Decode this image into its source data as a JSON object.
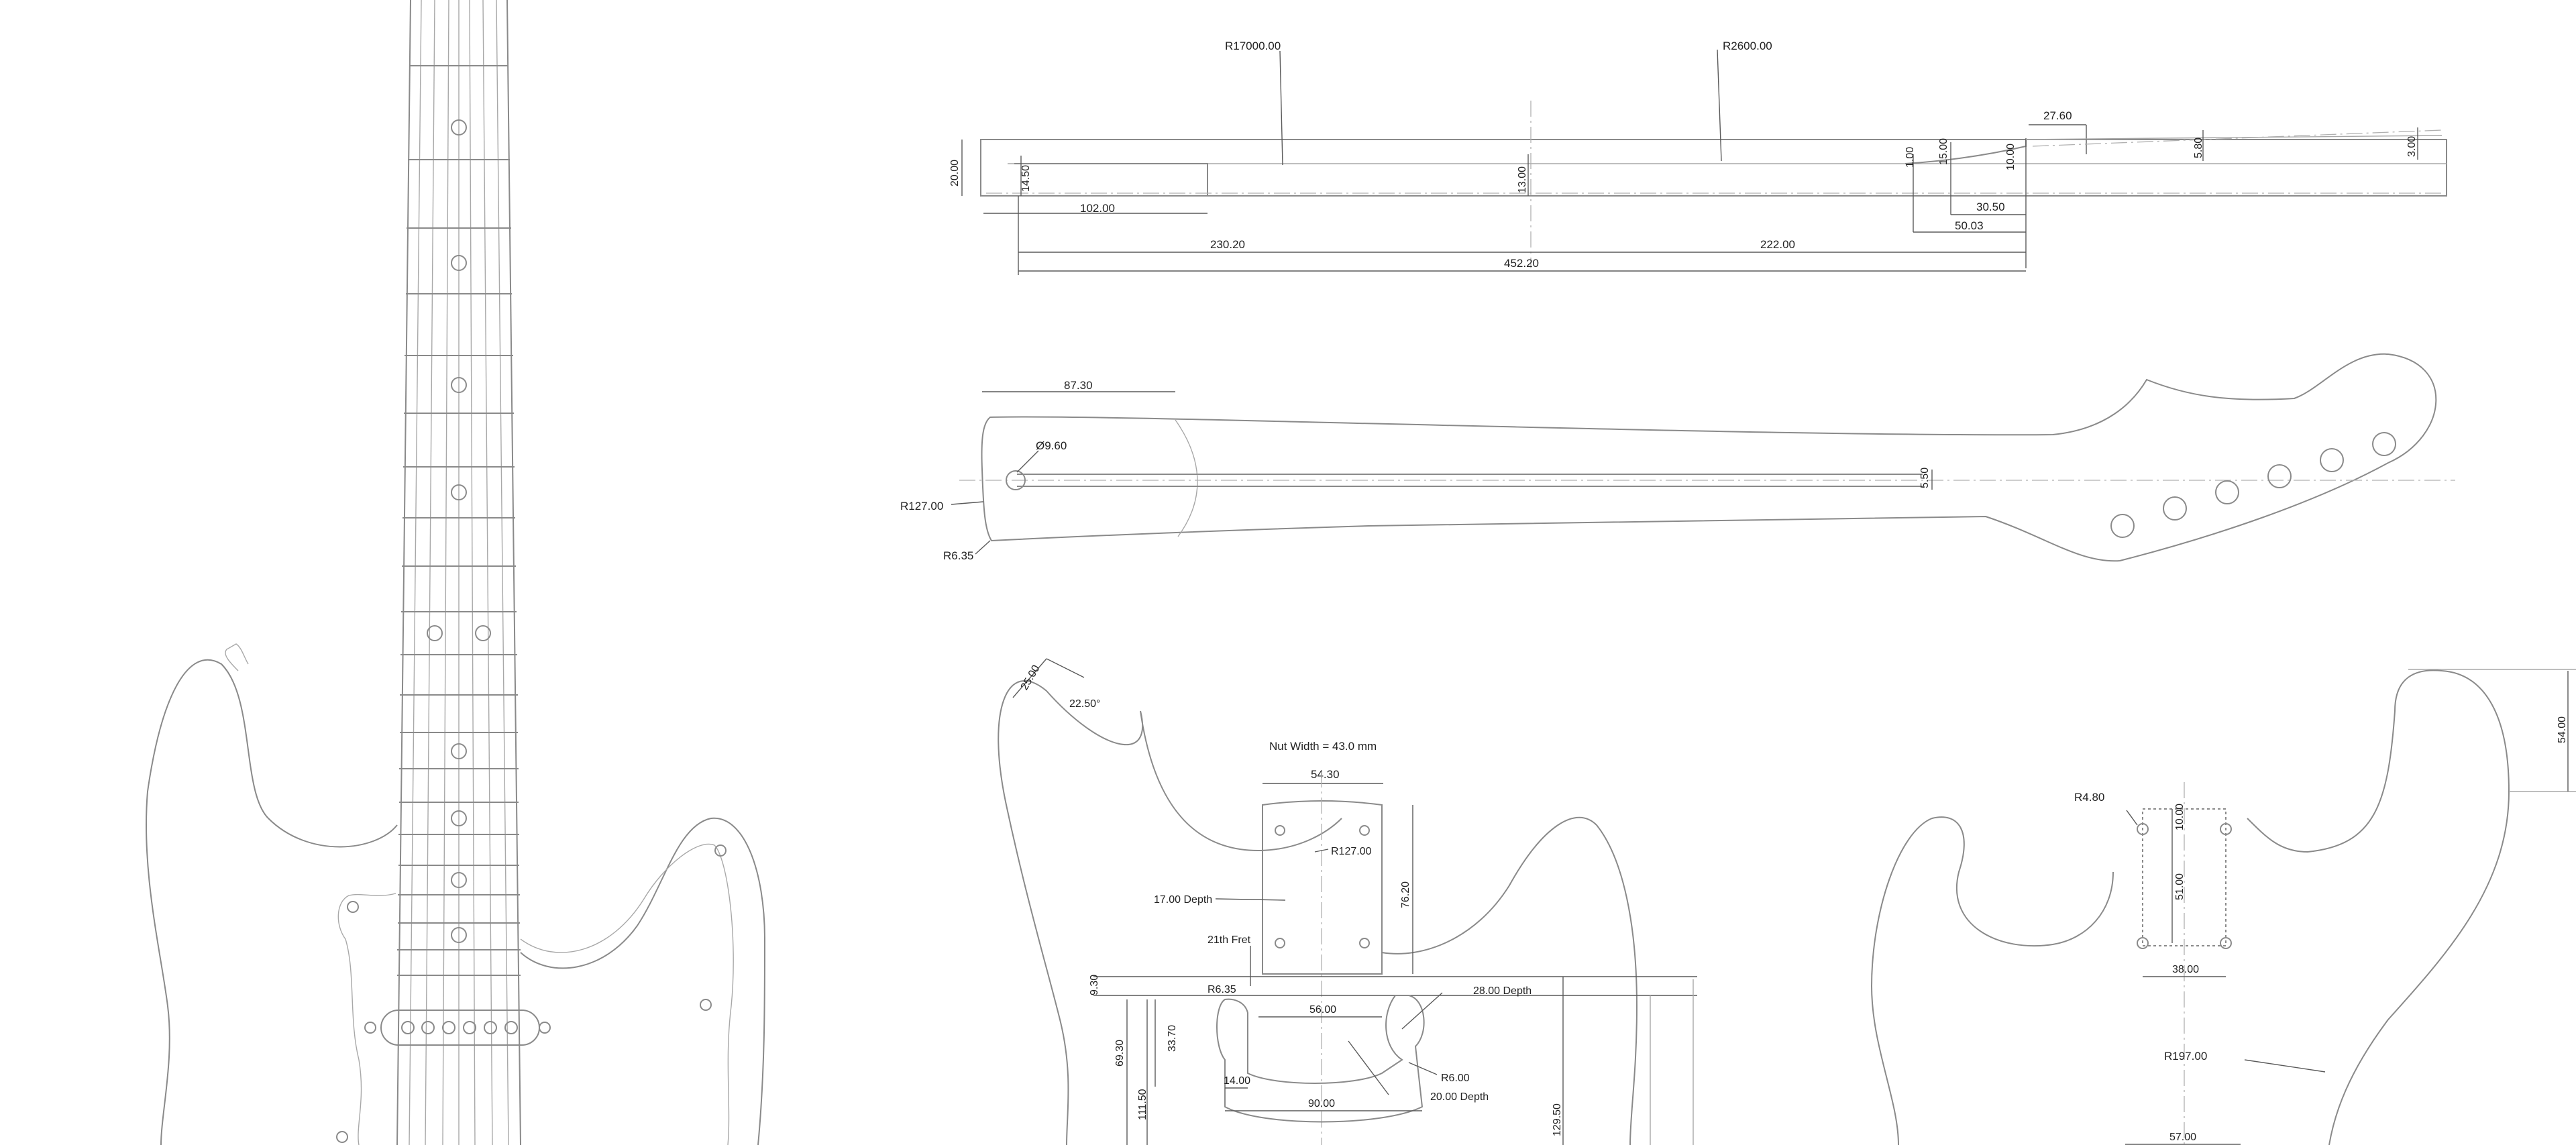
{
  "neck_side": {
    "radius_1": "R17000.00",
    "radius_2": "R2600.00",
    "heel_height": "20.00",
    "heel_inner": "14.50",
    "heel_length": "102.00",
    "center_thk": "13.00",
    "small_1": "1.00",
    "small_2": "15.00",
    "small_3": "10.00",
    "head_len": "27.60",
    "head_a": "5.80",
    "head_b": "3.00",
    "seg_1": "30.50",
    "seg_2": "50.03",
    "len_1": "230.20",
    "len_2": "222.00",
    "total": "452.20"
  },
  "neck_top": {
    "heel_len": "87.30",
    "hole_dia": "Ø9.60",
    "truss": "5.50",
    "r_heel": "R127.00",
    "r_corner": "R6.35"
  },
  "body_front": {
    "horn_a": "25.00",
    "horn_b": "22.50°",
    "nut_width": "Nut Width = 43.0 mm",
    "pocket_w": "54.30",
    "pocket_r": "R127.00",
    "pocket_h": "76.20",
    "depth_17": "17.00 Depth",
    "fret21": "21th Fret",
    "dim_930": "9.30",
    "r635": "R6.35",
    "depth_28": "28.00 Depth",
    "dim_56": "56.00",
    "dim_6930": "69.30",
    "dim_3370": "33.70",
    "dim_14": "14.00",
    "r6": "R6.00",
    "depth_20": "20.00 Depth",
    "dim_90": "90.00",
    "dim_11150": "111.50",
    "dim_12950": "129.50"
  },
  "body_back": {
    "r480": "R4.80",
    "dim_10": "10.00",
    "dim_51": "51.00",
    "dim_38": "38.00",
    "r197": "R197.00",
    "dim_57": "57.00",
    "dim_54": "54.00"
  }
}
